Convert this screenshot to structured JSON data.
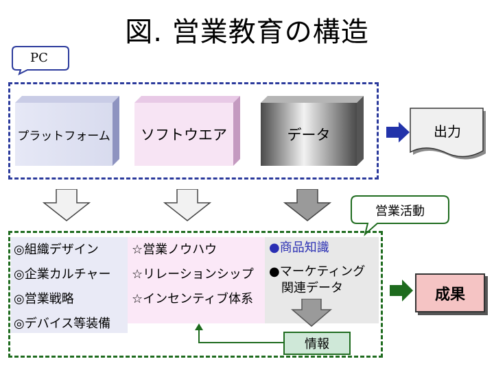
{
  "title": "図. 営業教育の構造",
  "pc_callout": "PC",
  "sales_callout": "営業活動",
  "pc_blocks": [
    "プラットフォーム",
    "ソフトウエア",
    "データ"
  ],
  "output_label": "出力",
  "col1": [
    "◎組織デザイン",
    "◎企業カルチャー",
    "◎営業戦略",
    "◎デバイス等装備"
  ],
  "col2": [
    "☆営業ノウハウ",
    "☆リレーションシップ",
    "☆インセンティブ体系"
  ],
  "col3": {
    "item1": "●商品知識",
    "item2_line1": "●マーケティング",
    "item2_line2": "関連データ"
  },
  "info_label": "情報",
  "result_label": "成果",
  "colors": {
    "pc_border": "#2b3a9c",
    "sales_border": "#1e6b1e",
    "highlight_text": "#2a2fb3",
    "result_fill": "#f5c4c4",
    "info_fill": "#cfe8d8"
  }
}
